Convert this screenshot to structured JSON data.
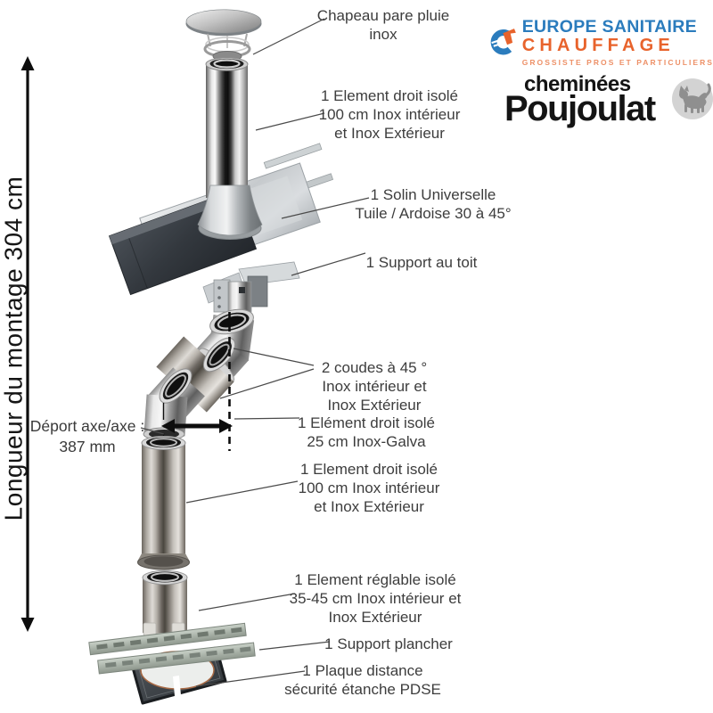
{
  "measure": {
    "label": "Longueur du montage  304 cm"
  },
  "deport": {
    "line1": "Déport axe/axe :",
    "line2": "387 mm"
  },
  "labels": {
    "chapeau": {
      "l1": "Chapeau pare pluie",
      "l2": "inox"
    },
    "element_top": {
      "l1": "1 Element droit isolé",
      "l2": "100 cm Inox intérieur",
      "l3": "et Inox Extérieur"
    },
    "solin": {
      "l1": "1 Solin Universelle",
      "l2": "Tuile / Ardoise 30 à 45°"
    },
    "support_toit": {
      "l1": "1 Support au toit"
    },
    "coudes": {
      "l1": "2 coudes à 45 °",
      "l2": "Inox intérieur et",
      "l3": "Inox Extérieur"
    },
    "element_25": {
      "l1": "1 Elément droit isolé",
      "l2": "25 cm Inox-Galva"
    },
    "element_bottom": {
      "l1": "1 Element droit isolé",
      "l2": "100 cm Inox intérieur",
      "l3": "et Inox Extérieur"
    },
    "reglable": {
      "l1": "1 Element réglable isolé",
      "l2": "35-45 cm Inox intérieur et",
      "l3": "Inox Extérieur"
    },
    "support_plancher": {
      "l1": "1 Support plancher"
    },
    "pdse": {
      "l1": "1 Plaque distance",
      "l2": "sécurité étanche PDSE"
    }
  },
  "logo_esc": {
    "title": "EUROPE SANITAIRE",
    "subtitle": "CHAUFFAGE",
    "tagline": "GROSSISTE PROS ET PARTICULIERS"
  },
  "logo_poujoulat": {
    "top": "cheminées",
    "name": "Poujoulat"
  },
  "colors": {
    "esc_blue": "#2b7cbd",
    "esc_orange": "#e8632c",
    "esc_light_orange": "#ed9067",
    "label_text": "#3d3d3d",
    "ink": "#151515"
  }
}
